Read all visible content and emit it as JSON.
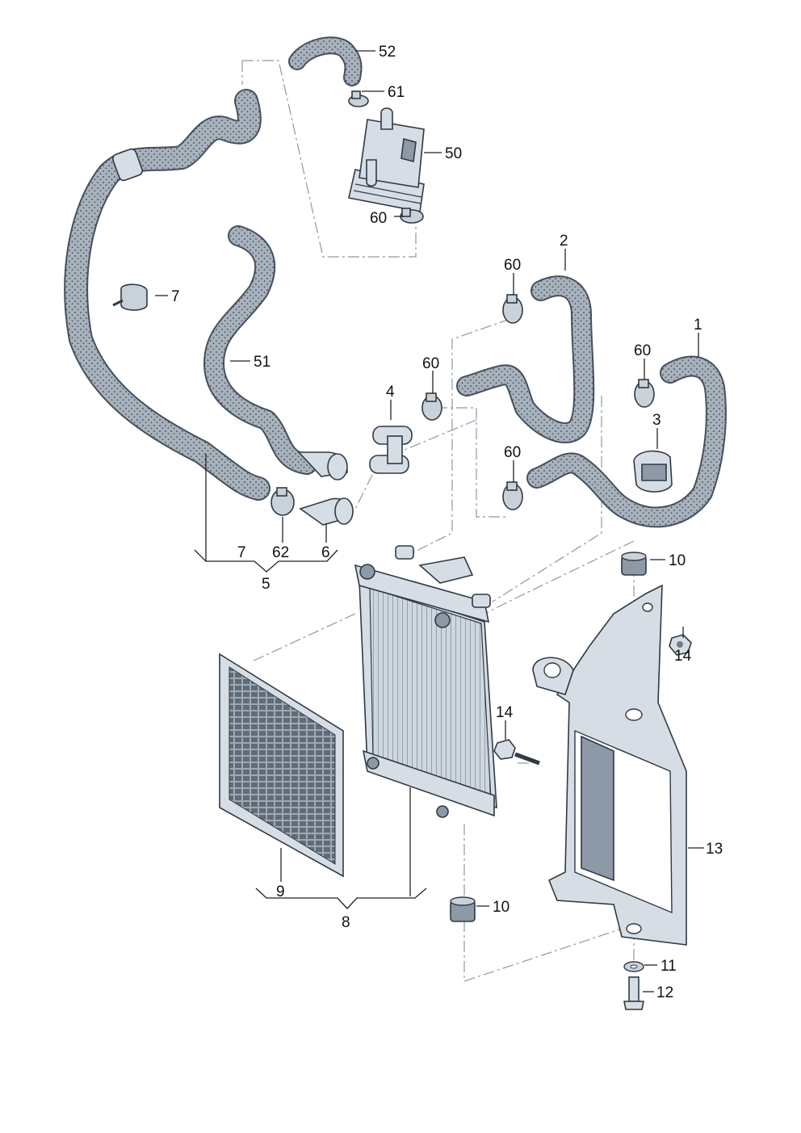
{
  "labels": {
    "l52": "52",
    "l61": "61",
    "l50": "50",
    "l60a": "60",
    "l60b": "60",
    "l60c": "60",
    "l60d": "60",
    "l60e": "60",
    "l2": "2",
    "l1": "1",
    "l3": "3",
    "l4": "4",
    "l7a": "7",
    "l51": "51",
    "l7b": "7",
    "l62": "62",
    "l6": "6",
    "l5": "5",
    "l10a": "10",
    "l14a": "14",
    "l14b": "14",
    "l13": "13",
    "l9": "9",
    "l8": "8",
    "l10b": "10",
    "l11": "11",
    "l12": "12"
  },
  "colors": {
    "hose": "#9aa6b2",
    "outline": "#2f3a45",
    "metal": "#d6dde4",
    "leader": "#222222",
    "centerline": "#8a9aa8"
  },
  "icons": {
    "hose": "coolant-hose",
    "clamp": "hose-clamp",
    "cooler": "oil-cooler",
    "radiator": "auxiliary-radiator",
    "grille": "protective-grille",
    "bracket": "mounting-bracket",
    "connector": "y-connector",
    "bolt": "bolt"
  }
}
